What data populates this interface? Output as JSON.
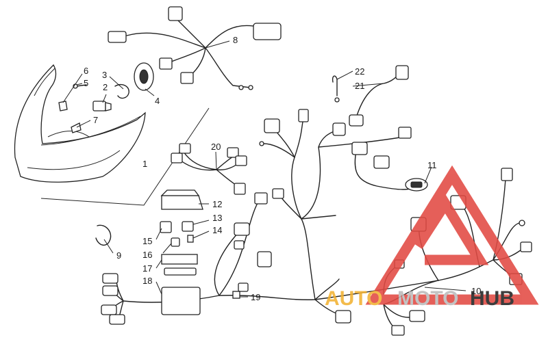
{
  "diagram": {
    "callouts": [
      "1",
      "2",
      "3",
      "4",
      "5",
      "6",
      "7",
      "8",
      "9",
      "10",
      "11",
      "12",
      "13",
      "14",
      "15",
      "16",
      "17",
      "18",
      "19",
      "20",
      "21",
      "22"
    ]
  },
  "watermark": {
    "auto": "AUTO",
    "moto": "MOTO",
    "hub": "HUB",
    "colors": {
      "auto": "#f2b233",
      "moto": "#bbbbbb",
      "hub": "#222222",
      "triangle": "#e24a43"
    }
  }
}
